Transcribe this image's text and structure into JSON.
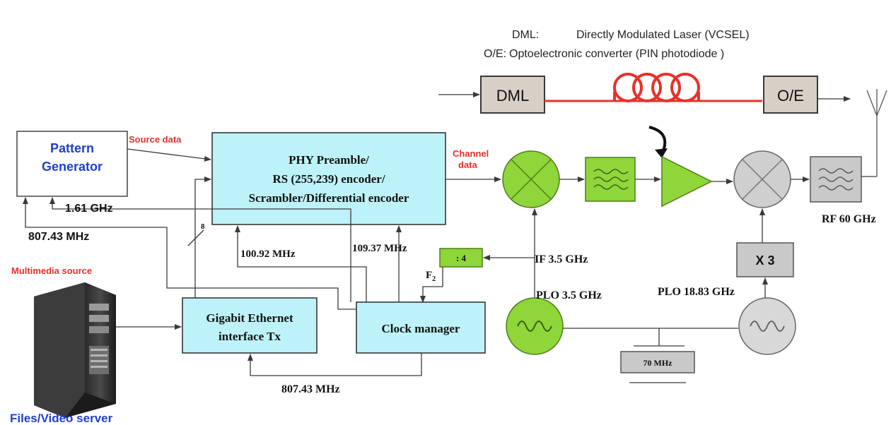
{
  "legend": {
    "dml_key": "DML:",
    "dml_desc": "Directly Modulated Laser (VCSEL)",
    "oe_key": "O/E:",
    "oe_desc": "Optoelectronic converter (PIN photodiode )"
  },
  "blocks": {
    "dml": "DML",
    "oe": "O/E",
    "pattern_generator_line1": "Pattern",
    "pattern_generator_line2": "Generator",
    "phy_line1": "PHY Preamble/",
    "phy_line2": "RS (255,239) encoder/",
    "phy_line3": "Scrambler/Differential encoder",
    "gige_line1": "Gigabit Ethernet",
    "gige_line2": "interface Tx",
    "clock_manager": "Clock manager",
    "divider": ": 4",
    "multiplier": "X 3",
    "ref_70mhz": "70 MHz"
  },
  "labels": {
    "source_data": "Source data",
    "channel_data_line1": "Channel",
    "channel_data_line2": "data",
    "f_161ghz": "1.61 GHz",
    "f_80743mhz_left": "807.43 MHz",
    "bus_width": "8",
    "f_10092mhz": "100.92 MHz",
    "f_10937mhz": "109.37 MHz",
    "f2": "F",
    "f2_sub": "2",
    "if_35ghz": "IF 3.5 GHz",
    "plo_35ghz": "PLO 3.5 GHz",
    "plo_1883ghz": "PLO 18.83 GHz",
    "rf_60ghz": "RF 60 GHz",
    "f_80743mhz_bottom": "807.43 MHz",
    "multimedia_source": "Multimedia source",
    "files_video_server": "Files/Video server"
  },
  "colors": {
    "red_label": "#e8302a",
    "blue_label": "#1f3fd0",
    "cyan_block": "#bdf3f8",
    "green_block": "#8ed63a",
    "fiber_red": "#e8302a"
  }
}
